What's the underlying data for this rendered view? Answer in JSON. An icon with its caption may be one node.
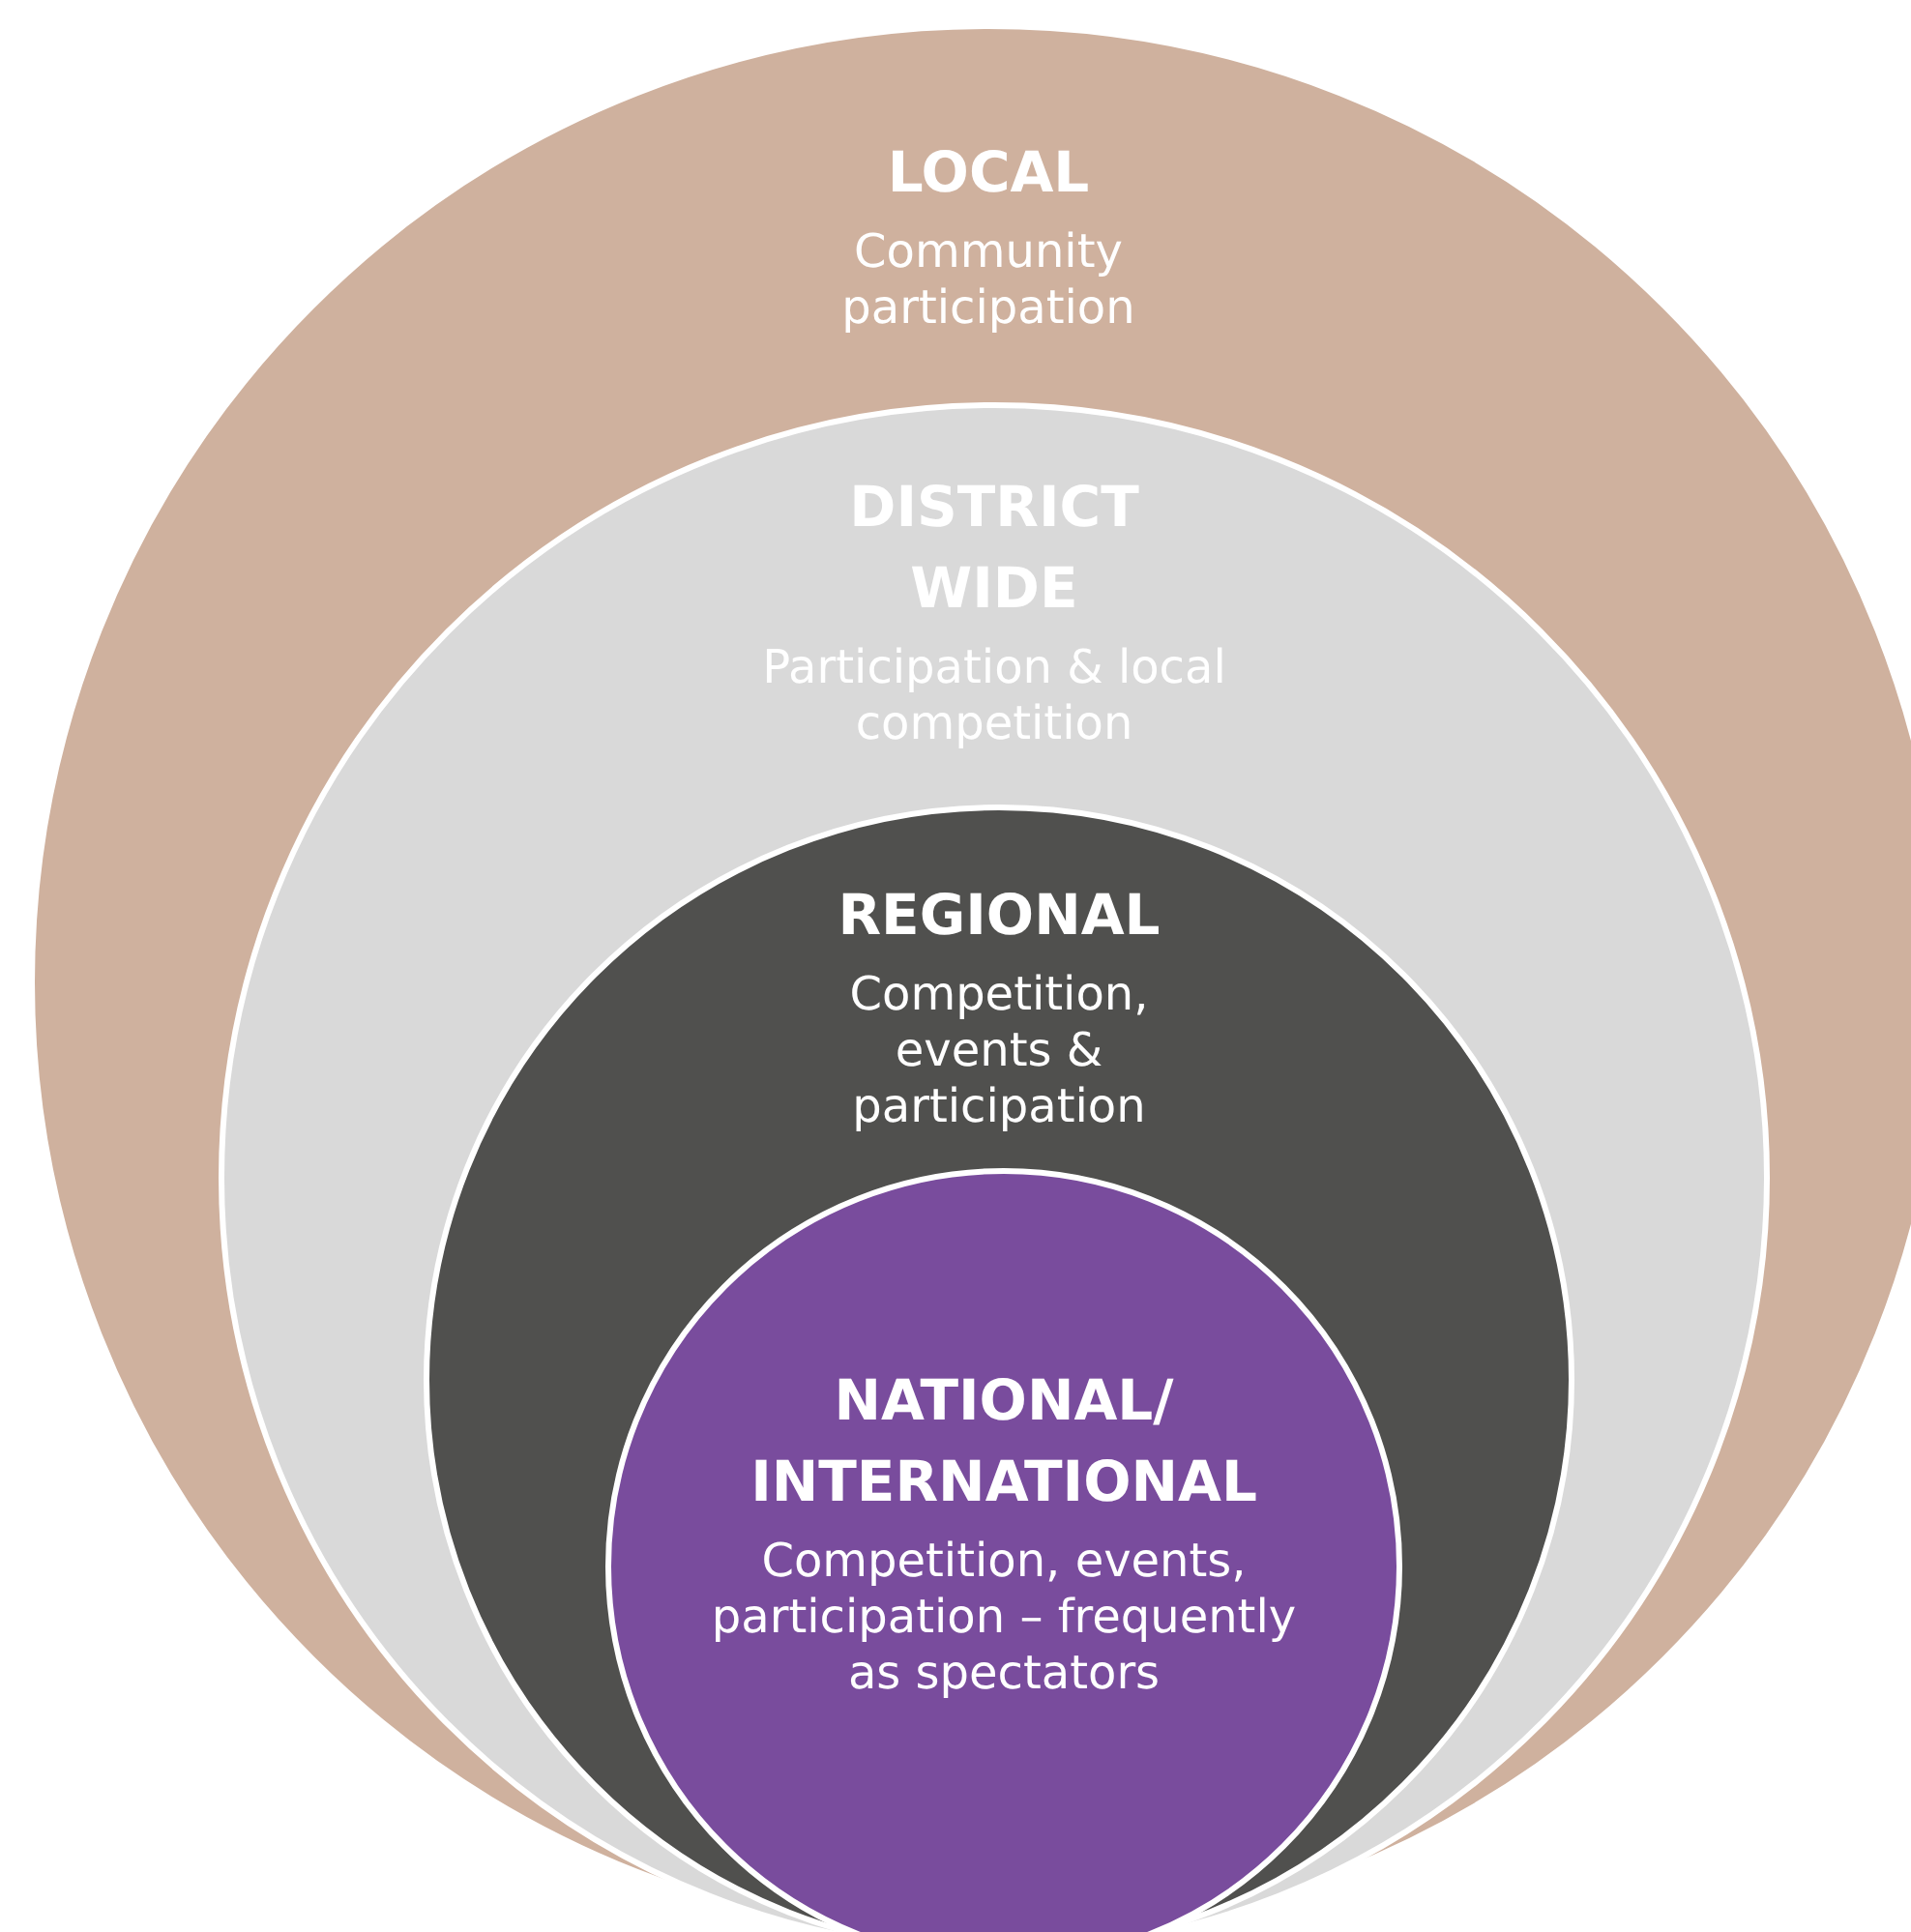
{
  "diagram": {
    "nodes": [
      {
        "text": [
          "LOCAL",
          "Community participation"
        ]
      },
      {
        "text": [
          "DISTRICT WIDE",
          "Participation & local competition"
        ],
        "in": 0
      },
      {
        "text": [
          "REGIONAL",
          "Competition, events & participation"
        ],
        "in": 1
      },
      {
        "text": [
          "NATIONAL/ INTERNATIONAL",
          "Competition, events, participation – frequently as spectators"
        ],
        "in": 2
      }
    ]
  }
}
